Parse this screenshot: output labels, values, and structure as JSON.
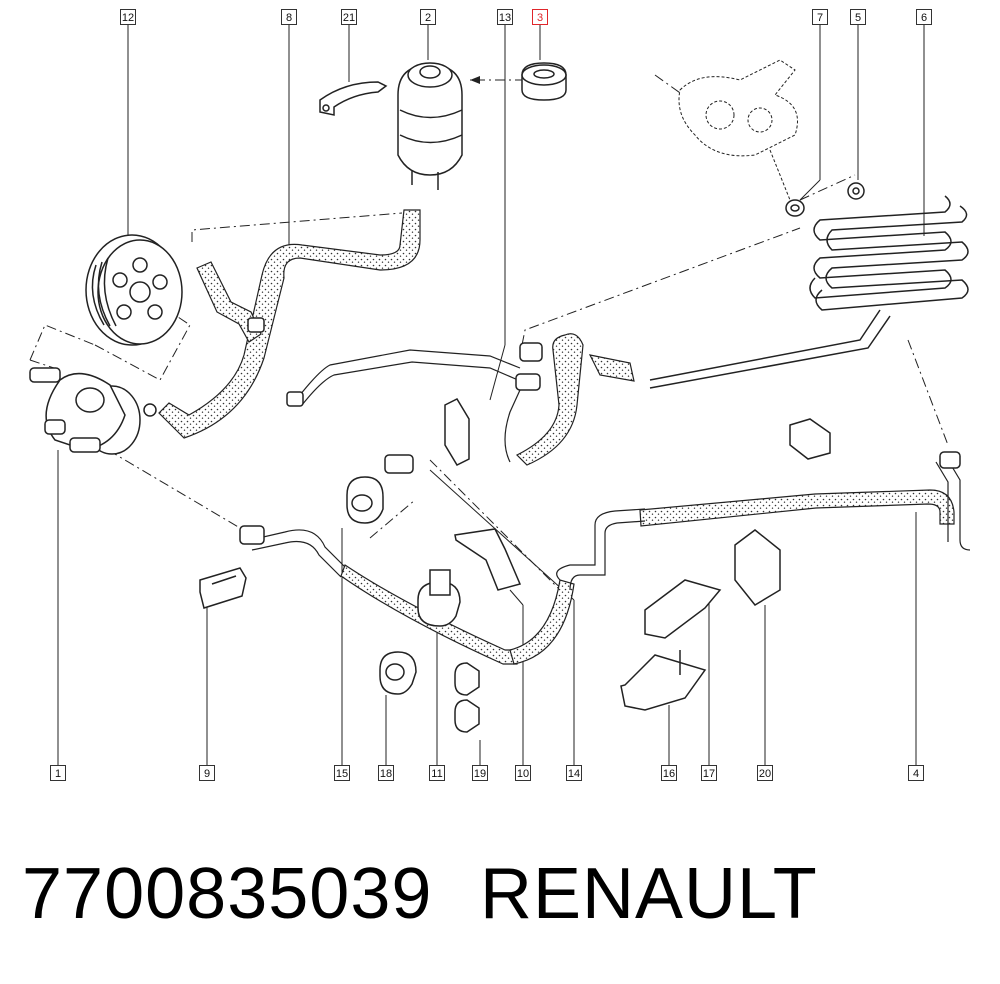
{
  "callouts": {
    "c1": "1",
    "c2": "2",
    "c3": "3",
    "c4": "4",
    "c5": "5",
    "c6": "6",
    "c7": "7",
    "c8": "8",
    "c9": "9",
    "c10": "10",
    "c11": "11",
    "c12": "12",
    "c13": "13",
    "c14": "14",
    "c15": "15",
    "c16": "16",
    "c17": "17",
    "c18": "18",
    "c19": "19",
    "c20": "20",
    "c21": "21"
  },
  "highlighted_callout": "3",
  "colors": {
    "highlight": "#e0262b",
    "line": "#222222",
    "hose_fill": "#f4f4f4"
  },
  "caption": {
    "part_number": "7700835039",
    "brand": "RENAULT"
  }
}
